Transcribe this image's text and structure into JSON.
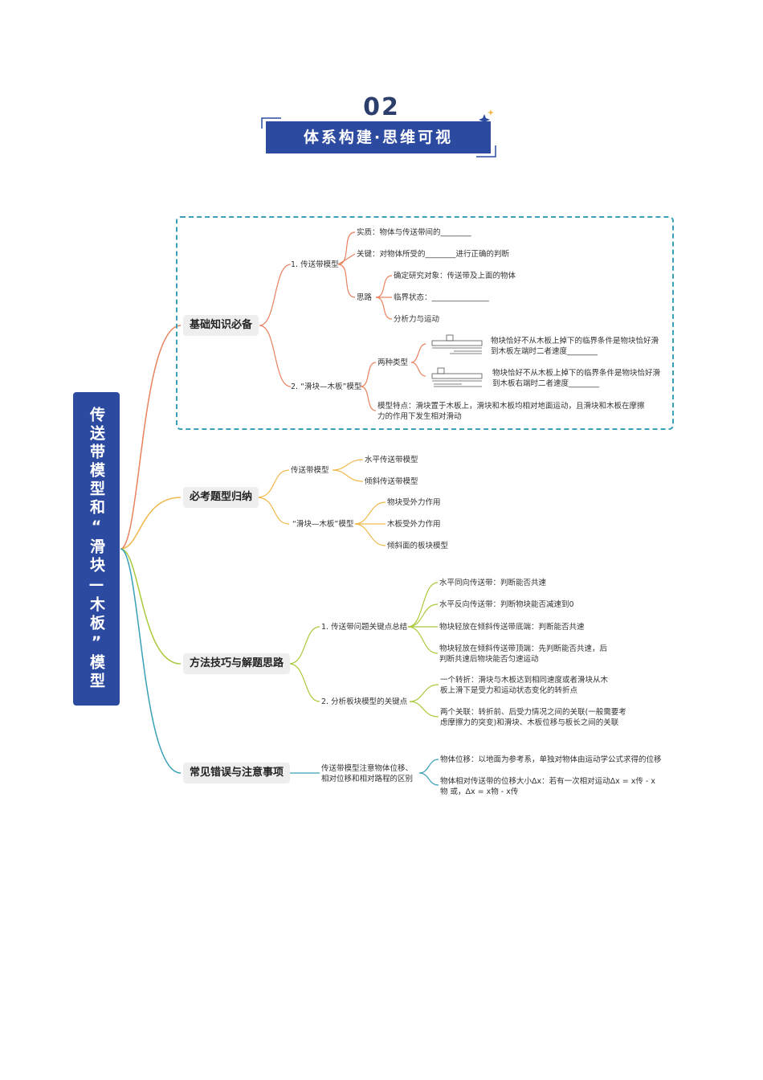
{
  "header": {
    "number": "02",
    "banner": "体系构建·思维可视"
  },
  "root": {
    "title": "传送带模型和“滑块—木板”模型"
  },
  "colors": {
    "branch1": "#e8825f",
    "branch2": "#f0b84a",
    "branch3": "#a9c93a",
    "branch4": "#3aa0b8",
    "navy": "#2c4aa0"
  },
  "b1": {
    "label": "基础知识必备",
    "sub1": {
      "label": "1. 传送带模型",
      "c1": "实质：物体与传送带间的________",
      "c2": "关键：对物体所受的________进行正确的判断",
      "c3": "思路",
      "g1": "确定研究对象：传送带及上面的物体",
      "g2": "临界状态：_______________",
      "g3": "分析力与运动"
    },
    "sub2": {
      "label": "2. “滑块—木板”模型",
      "types": "两种类型",
      "t1": "物块恰好不从木板上掉下的临界条件是物块恰好滑到木板左端时二者速度________",
      "t2": "物块恰好不从木板上掉下的临界条件是物块恰好滑到木板右端时二者速度________",
      "feat": "模型特点：滑块置于木板上，滑块和木板均相对地面运动，且滑块和木板在摩擦力的作用下发生相对滑动"
    }
  },
  "b2": {
    "label": "必考题型归纳",
    "s1": "传送带模型",
    "s1a": "水平传送带模型",
    "s1b": "倾斜传送带模型",
    "s2": "“滑块—木板”模型",
    "s2a": "物块受外力作用",
    "s2b": "木板受外力作用",
    "s2c": "倾斜面的板块模型"
  },
  "b3": {
    "label": "方法技巧与解题思路",
    "s1": "1. 传送带问题关键点总结",
    "s1a": "水平同向传送带：判断能否共速",
    "s1b": "水平反向传送带：判断物块能否减速到0",
    "s1c": "物块轻放在倾斜传送带底端：判断能否共速",
    "s1d": "物块轻放在倾斜传送带顶端：先判断能否共速，后判断共速后物块能否匀速运动",
    "s2": "2. 分析板块模型的关键点",
    "s2a": "一个转折：滑块与木板达到相同速度或者滑块从木板上滑下是受力和运动状态变化的转折点",
    "s2b": "两个关联：转折前、后受力情况之间的关联(一般需要考虑摩擦力的突变)和滑块、木板位移与板长之间的关联"
  },
  "b4": {
    "label": "常见错误与注意事项",
    "s1": "传送带模型注意物体位移、相对位移和相对路程的区别",
    "s1a": "物体位移：以地面为参考系，单独对物体由运动学公式求得的位移",
    "s1b": "物体相对传送带的位移大小Δx：若有一次相对运动Δx = x传 - x物 或，Δx = x物 - x传"
  }
}
